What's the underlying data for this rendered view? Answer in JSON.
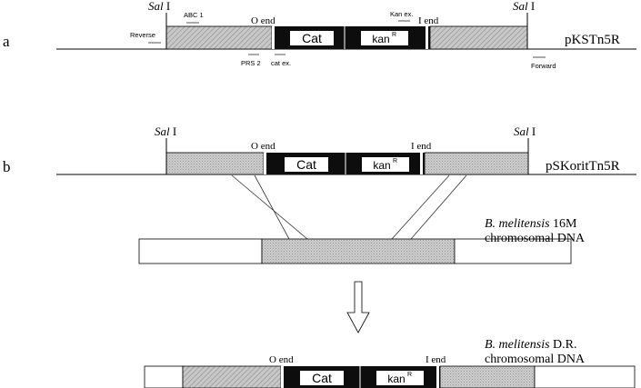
{
  "panel_a": {
    "letter": "a",
    "plasmid": "pKSTn5R",
    "sal_left_italic": "Sal",
    "sal_left_roman": "I",
    "sal_right_italic": "Sal",
    "sal_right_roman": "I",
    "o_end": "O end",
    "i_end": "I end",
    "cat": "Cat",
    "kan": "kan",
    "kan_sup": "R",
    "primers": {
      "abc1": "ABC 1",
      "reverse": "Reverse",
      "prs2": "PRS 2",
      "cat_ex": "cat ex.",
      "kan_ex": "Kan ex.",
      "forward": "Forward"
    }
  },
  "panel_b": {
    "letter": "b",
    "plasmid": "pSKoritTn5R",
    "sal_left_italic": "Sal",
    "sal_left_roman": "I",
    "sal_right_italic": "Sal",
    "sal_right_roman": "I",
    "o_end": "O end",
    "i_end": "I end",
    "cat": "Cat",
    "kan": "kan",
    "kan_sup": "R",
    "chromosome_species": "B. melitensis",
    "chromosome_strain": "16M",
    "chromosome_label": "chromosomal DNA"
  },
  "panel_c": {
    "o_end": "O end",
    "i_end": "I end",
    "cat": "Cat",
    "kan": "kan",
    "kan_sup": "R",
    "species": "B. melitensis",
    "strain": "D.R.",
    "label": "chromosomal DNA"
  }
}
